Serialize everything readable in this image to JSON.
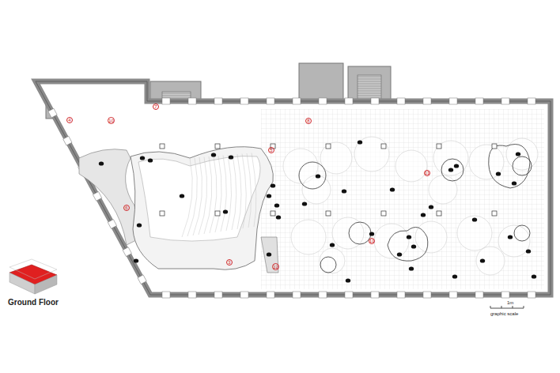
{
  "diagram": {
    "labels": [
      "Ground Floor",
      "graphic scale",
      "1m",
      "4",
      "10",
      "7",
      "8",
      "5",
      "11",
      "6",
      "3",
      "12",
      "11"
    ]
  }
}
